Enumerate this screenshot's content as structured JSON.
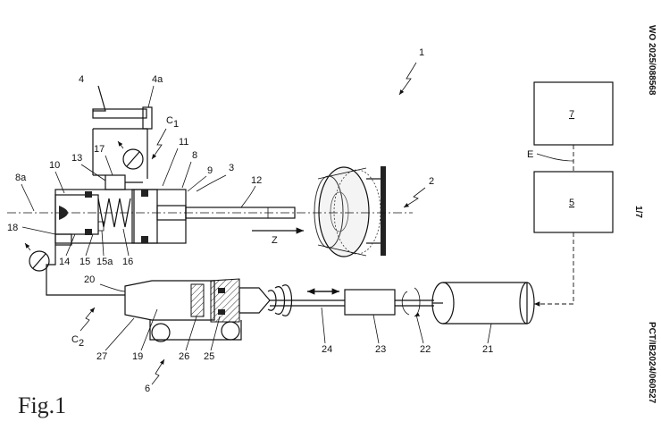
{
  "figure_label": "Fig.1",
  "margin_top": "WO 2025/088568",
  "margin_mid": "1/7",
  "margin_bottom": "PCT/IB2024/060527",
  "labels": {
    "n1": "1",
    "n2": "2",
    "n3": "3",
    "n4": "4",
    "n4a": "4a",
    "n5": "5",
    "n6": "6",
    "n7": "7",
    "n8": "8",
    "n8a": "8a",
    "n9": "9",
    "n10": "10",
    "n11": "11",
    "n12": "12",
    "n13": "13",
    "n14": "14",
    "n15": "15",
    "n15a": "15a",
    "n16": "16",
    "n17": "17",
    "n18": "18",
    "n19": "19",
    "n20": "20",
    "n21": "21",
    "n22": "22",
    "n23": "23",
    "n24": "24",
    "n25": "25",
    "n26": "26",
    "n27": "27",
    "c1": "C",
    "c1_sub": "1",
    "c2": "C",
    "c2_sub": "2",
    "e": "E",
    "z": "Z"
  }
}
